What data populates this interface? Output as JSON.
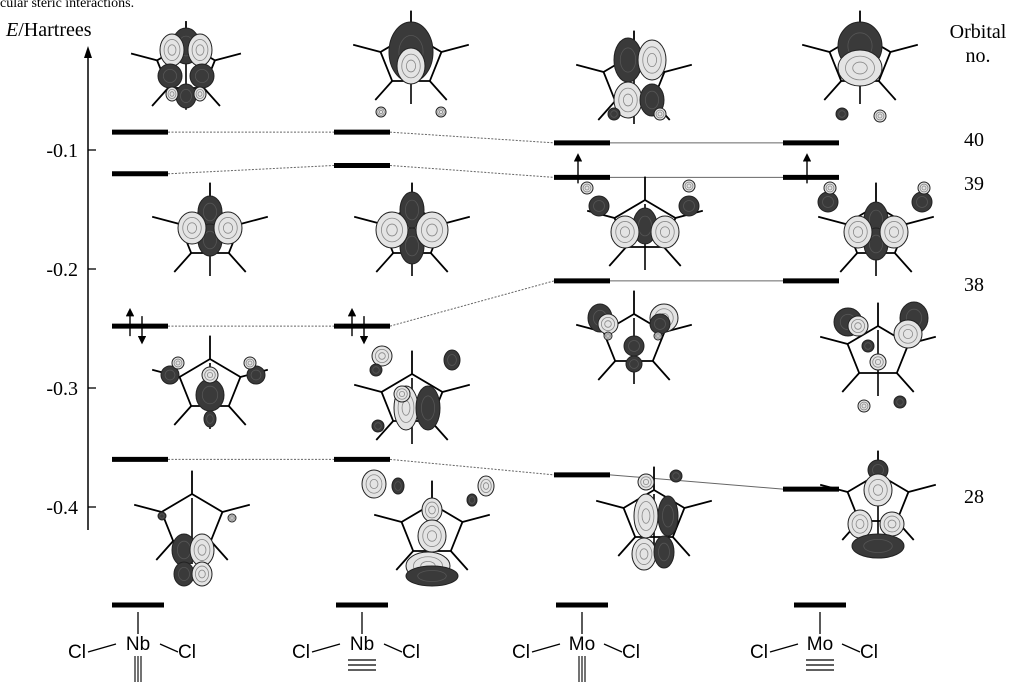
{
  "caption_fragment": "cular steric interactions.",
  "axis": {
    "label_italic": "E",
    "label_rest": "/Hartrees",
    "ticks": [
      "-0.1",
      "-0.2",
      "-0.3",
      "-0.4"
    ]
  },
  "orbital_header": {
    "line1": "Orbital",
    "line2": "no."
  },
  "orbital_numbers": [
    "40",
    "39",
    "38",
    "28"
  ],
  "energy_levels": [
    {
      "column": 1,
      "orbital": "40",
      "energy": -0.085
    },
    {
      "column": 1,
      "orbital": "39",
      "energy": -0.12
    },
    {
      "column": 1,
      "orbital": "38",
      "energy": -0.248,
      "occupancy": "paired"
    },
    {
      "column": 1,
      "orbital": "28",
      "energy": -0.36
    },
    {
      "column": 2,
      "orbital": "40",
      "energy": -0.085
    },
    {
      "column": 2,
      "orbital": "39",
      "energy": -0.113
    },
    {
      "column": 2,
      "orbital": "38",
      "energy": -0.248,
      "occupancy": "paired"
    },
    {
      "column": 2,
      "orbital": "28",
      "energy": -0.36
    },
    {
      "column": 3,
      "orbital": "40",
      "energy": -0.094
    },
    {
      "column": 3,
      "orbital": "39",
      "energy": -0.123,
      "occupancy": "single"
    },
    {
      "column": 3,
      "orbital": "38",
      "energy": -0.21
    },
    {
      "column": 3,
      "orbital": "28",
      "energy": -0.373
    },
    {
      "column": 4,
      "orbital": "40",
      "energy": -0.094
    },
    {
      "column": 4,
      "orbital": "39",
      "energy": -0.123,
      "occupancy": "single"
    },
    {
      "column": 4,
      "orbital": "38",
      "energy": -0.21
    },
    {
      "column": 4,
      "orbital": "28",
      "energy": -0.385
    }
  ],
  "molecules": [
    {
      "metal": "Nb",
      "ligand_left": "Cl",
      "ligand_right": "Cl",
      "bottom_bond": "vertical-triple"
    },
    {
      "metal": "Nb",
      "ligand_left": "Cl",
      "ligand_right": "Cl",
      "bottom_bond": "horizontal-triple"
    },
    {
      "metal": "Mo",
      "ligand_left": "Cl",
      "ligand_right": "Cl",
      "bottom_bond": "vertical-triple"
    },
    {
      "metal": "Mo",
      "ligand_left": "Cl",
      "ligand_right": "Cl",
      "bottom_bond": "horizontal-triple"
    }
  ],
  "colors": {
    "ink": "#000000",
    "lobe_dark": "#3a3a3a",
    "lobe_light": "#e0e0e0",
    "connector": "#555555"
  }
}
